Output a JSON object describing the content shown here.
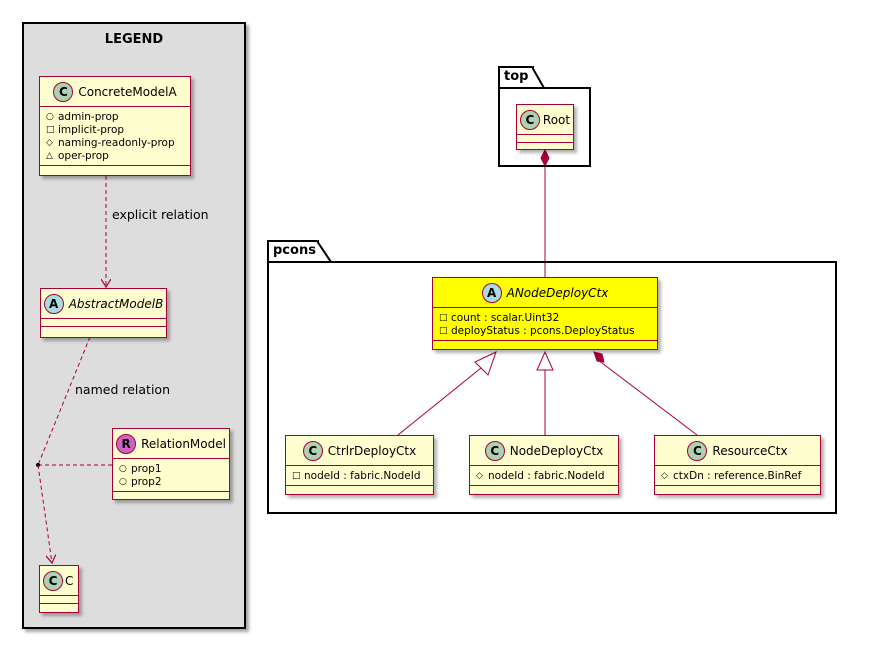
{
  "legend": {
    "title": "LEGEND",
    "concrete": {
      "letter": "C",
      "name": "ConcreteModelA",
      "attrs": [
        {
          "vis": "+",
          "text": "admin-prop"
        },
        {
          "vis": "-",
          "text": "implicit-prop"
        },
        {
          "vis": "#",
          "text": "naming-readonly-prop"
        },
        {
          "vis": "~",
          "text": "oper-prop"
        }
      ]
    },
    "explicit_label": "explicit relation",
    "abstract": {
      "letter": "A",
      "name": "AbstractModelB"
    },
    "named_label": "named relation",
    "relation": {
      "letter": "R",
      "name": "RelationModel",
      "attrs": [
        {
          "vis": "+",
          "text": "prop1"
        },
        {
          "vis": "+",
          "text": "prop2"
        }
      ]
    },
    "c": {
      "letter": "C",
      "name": "C"
    }
  },
  "top_pkg": {
    "name": "top",
    "root": {
      "letter": "C",
      "name": "Root"
    }
  },
  "pcons_pkg": {
    "name": "pcons",
    "anode": {
      "letter": "A",
      "name": "ANodeDeployCtx",
      "attrs": [
        {
          "vis": "-",
          "text": "count : scalar.Uint32"
        },
        {
          "vis": "-",
          "text": "deployStatus : pcons.DeployStatus"
        }
      ]
    },
    "ctrlr": {
      "letter": "C",
      "name": "CtrlrDeployCtx",
      "attrs": [
        {
          "vis": "-",
          "text": "nodeId : fabric.NodeId"
        }
      ]
    },
    "node": {
      "letter": "C",
      "name": "NodeDeployCtx",
      "attrs": [
        {
          "vis": "#",
          "text": "nodeId : fabric.NodeId"
        }
      ]
    },
    "resource": {
      "letter": "C",
      "name": "ResourceCtx",
      "attrs": [
        {
          "vis": "#",
          "text": "ctxDn : reference.BinRef"
        }
      ]
    }
  },
  "colors": {
    "class_fill": "#fefece",
    "border": "#a80036",
    "highlight": "#ffff00",
    "legend_bg": "#dddddd"
  }
}
